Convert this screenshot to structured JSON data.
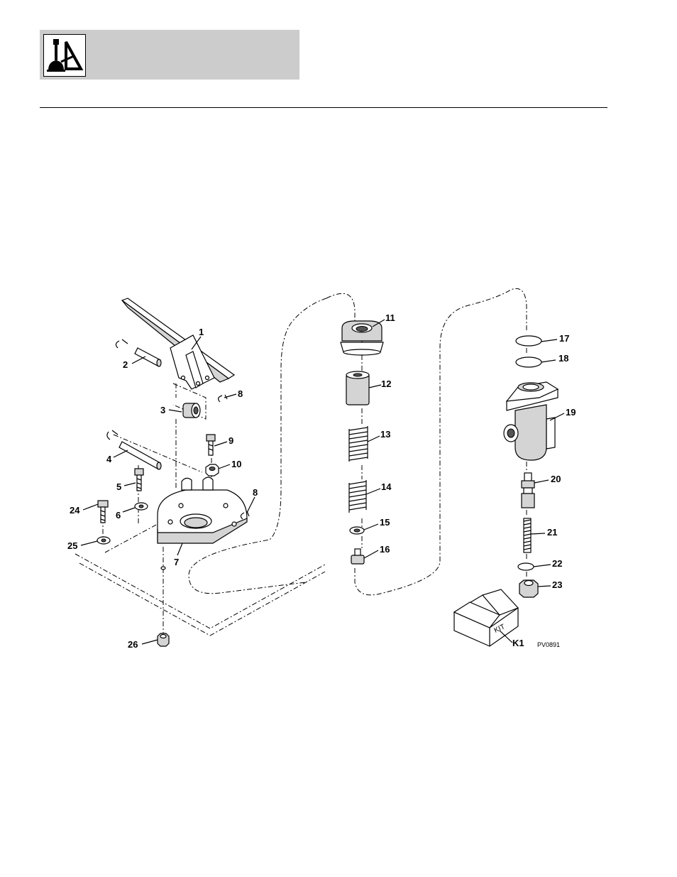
{
  "header": {
    "logo_icon": "joystick-control-icon",
    "background": "#cccccc"
  },
  "diagram": {
    "drawing_code": "PV0891",
    "kit_box_text": "KIT",
    "callouts": [
      {
        "id": "c1",
        "label": "1"
      },
      {
        "id": "c2",
        "label": "2"
      },
      {
        "id": "c3",
        "label": "3"
      },
      {
        "id": "c4",
        "label": "4"
      },
      {
        "id": "c5",
        "label": "5"
      },
      {
        "id": "c6",
        "label": "6"
      },
      {
        "id": "c7",
        "label": "7"
      },
      {
        "id": "c8a",
        "label": "8"
      },
      {
        "id": "c8b",
        "label": "8"
      },
      {
        "id": "c9",
        "label": "9"
      },
      {
        "id": "c10",
        "label": "10"
      },
      {
        "id": "c11",
        "label": "11"
      },
      {
        "id": "c12",
        "label": "12"
      },
      {
        "id": "c13",
        "label": "13"
      },
      {
        "id": "c14",
        "label": "14"
      },
      {
        "id": "c15",
        "label": "15"
      },
      {
        "id": "c16",
        "label": "16"
      },
      {
        "id": "c17",
        "label": "17"
      },
      {
        "id": "c18",
        "label": "18"
      },
      {
        "id": "c19",
        "label": "19"
      },
      {
        "id": "c20",
        "label": "20"
      },
      {
        "id": "c21",
        "label": "21"
      },
      {
        "id": "c22",
        "label": "22"
      },
      {
        "id": "c23",
        "label": "23"
      },
      {
        "id": "c24",
        "label": "24"
      },
      {
        "id": "c25",
        "label": "25"
      },
      {
        "id": "c26",
        "label": "26"
      },
      {
        "id": "cK1",
        "label": "K1"
      }
    ]
  }
}
